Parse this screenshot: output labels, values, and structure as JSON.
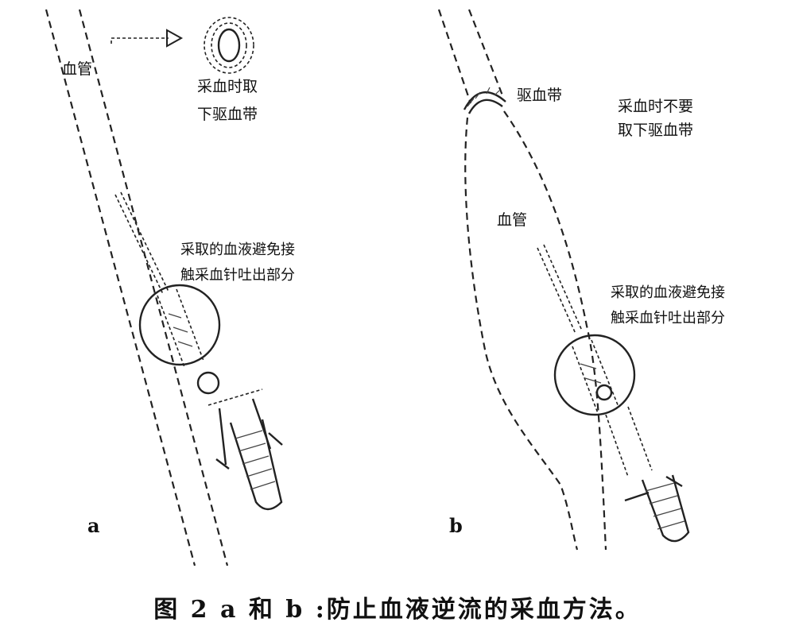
{
  "panel_a": {
    "vessel_label": "血管",
    "tourniquet_note_line1": "采血时取",
    "tourniquet_note_line2": "下驱血带",
    "avoid_note_line1": "采取的血液避免接",
    "avoid_note_line2": "触采血针吐出部分",
    "panel_letter": "a"
  },
  "panel_b": {
    "tourniquet_label": "驱血带",
    "tourniquet_note_line1": "采血时不要",
    "tourniquet_note_line2": "取下驱血带",
    "vessel_label": "血管",
    "avoid_note_line1": "采取的血液避免接",
    "avoid_note_line2": "触采血针吐出部分",
    "panel_letter": "b"
  },
  "caption": "图 2  a 和 b :防止血液逆流的采血方法。"
}
